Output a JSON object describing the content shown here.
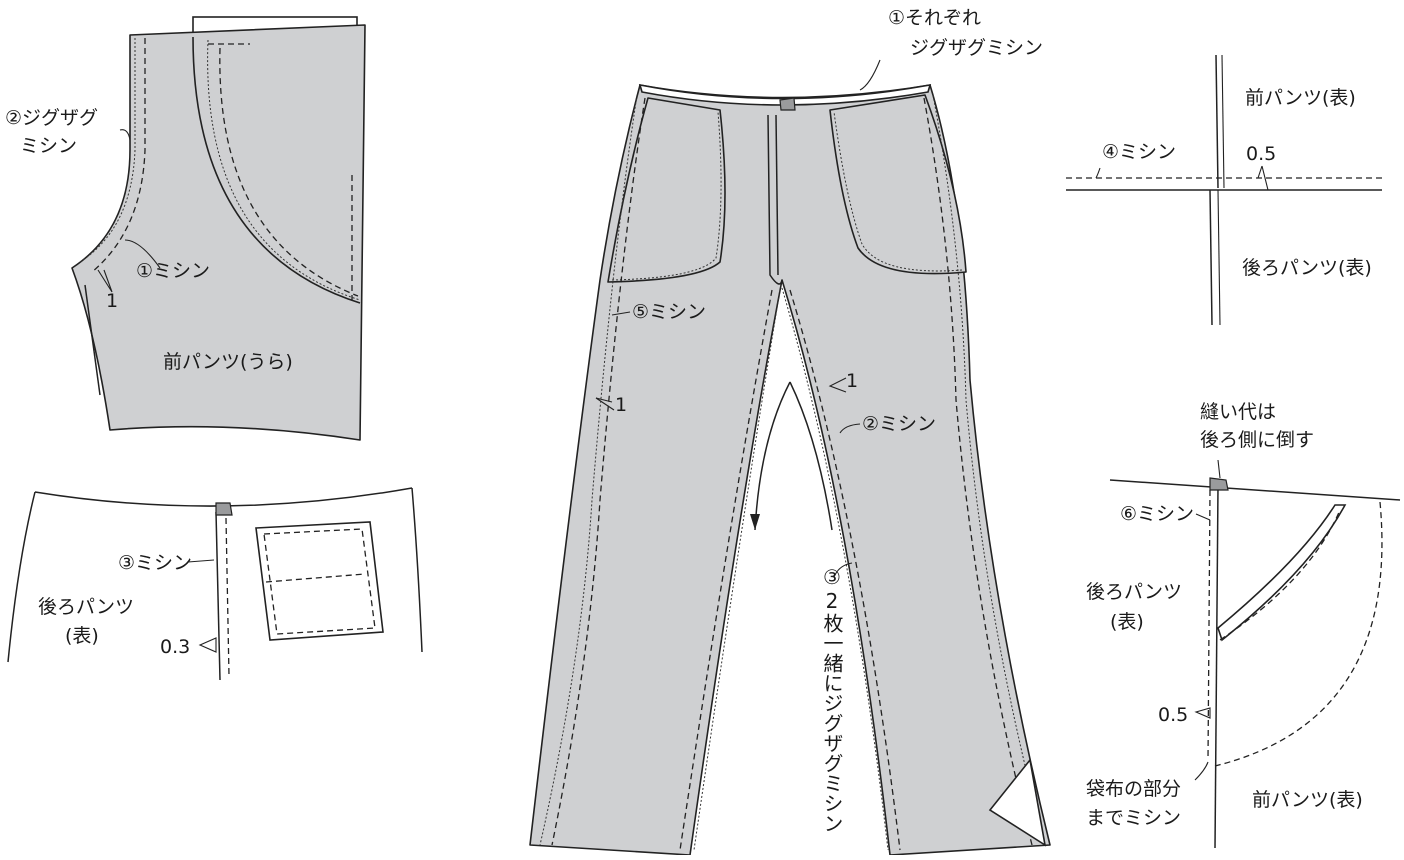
{
  "labels": {
    "zigzag_each": "①それぞれ\nジグザグミシン",
    "front_pants_omote_1": "前パンツ(表)",
    "machine_4": "④ミシン",
    "dim_05_a": "0.5",
    "back_pants_omote_1": "後ろパンツ(表)",
    "zigzag_2": "②ジグザグ\nミシン",
    "machine_1": "①ミシン",
    "dim_1_a": "1",
    "front_pants_ura": "前パンツ(うら)",
    "machine_5": "⑤ミシン",
    "dim_1_b": "1",
    "dim_1_c": "1",
    "machine_2": "②ミシン",
    "zigzag_3_vertical": "③2枚一緒にジグザグミシン",
    "machine_3": "③ミシン",
    "back_pants_omote_2": "後ろパンツ\n(表)",
    "dim_03": "0.3",
    "seam_allowance_note": "縫い代は\n後ろ側に倒す",
    "machine_6": "⑥ミシン",
    "back_pants_omote_3": "後ろパンツ\n(表)",
    "dim_05_b": "0.5",
    "pocket_bag_note": "袋布の部分\nまでミシン",
    "front_pants_omote_2": "前パンツ(表)"
  }
}
